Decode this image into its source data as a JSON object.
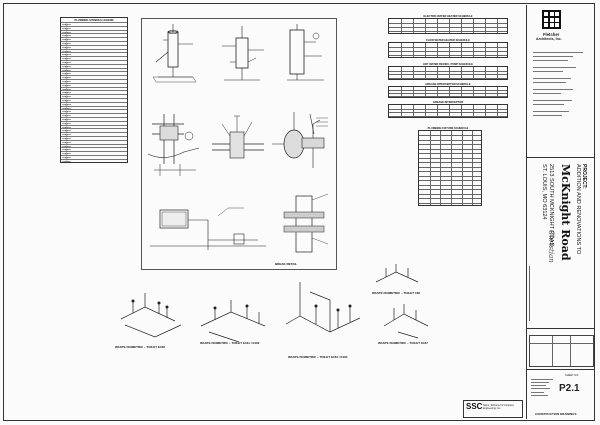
{
  "legend": {
    "title": "PLUMBING SYMBOLS LEGEND",
    "rows": [
      "",
      "",
      "",
      "",
      "",
      "",
      "",
      "",
      "",
      "",
      "",
      "",
      "",
      "",
      "",
      "",
      "",
      "",
      "",
      "",
      "",
      "",
      "",
      "",
      "",
      "",
      "",
      "",
      "",
      "",
      "",
      "",
      "",
      "",
      "",
      "",
      ""
    ]
  },
  "details": {
    "row1": [
      "",
      "",
      ""
    ],
    "row2": [
      "",
      "",
      ""
    ],
    "row3": [
      "",
      "",
      "",
      ""
    ],
    "row4": [
      "",
      "BREAK DETAIL"
    ]
  },
  "isometrics": {
    "toilet_e160": "WASTE ISOMETRIC – TOILET E160",
    "toilet_e161": "WASTE ISOMETRIC – TOILET E161 / E162",
    "toilet_e163": "WASTE ISOMETRIC – TOILET E163 / E164",
    "toilet_e167": "WASTE ISOMETRIC – TOILET E167",
    "toilet_e168": "WASTE ISOMETRIC – TOILET 168"
  },
  "schedules": [
    {
      "title": "ELECTRIC WATER HEATER SCHEDULE",
      "rows": 3
    },
    {
      "title": "FLOW WATER HEATER SCHEDULE",
      "rows": 3
    },
    {
      "title": "HOT WATER RECIRC. PUMP SCHEDULE",
      "rows": 3
    },
    {
      "title": "GREASE INTERCEPTOR SCHEDULE",
      "rows": 3
    },
    {
      "title": "GREASE INTERCEPTOR",
      "rows": 3
    },
    {
      "title": "PLUMBING FIXTURE SCHEDULE",
      "rows": 16
    }
  ],
  "titleblock": {
    "firm_name": "Fletcher",
    "firm_sub": "Architects, Inc.",
    "project_label": "PROJECT:",
    "project_title": "ADDITION AND RENOVATIONS TO",
    "project_name": "McKnight Road",
    "project_subtitle": "Christian",
    "address_line1": "2513 SOUTH MCKNIGHT ROAD",
    "address_line2": "ST. LOUIS, MO 63124",
    "consultant_abbr": "SSC",
    "consultant_name": "Sams, Schreiner & Company Engineering, Inc.",
    "sheet_number": "P2.1",
    "sheet_label": "SHEET NO.",
    "issue": "CONSTRUCTION DRAWINGS"
  },
  "colors": {
    "ink": "#222222",
    "paper": "#fbfbfb"
  }
}
